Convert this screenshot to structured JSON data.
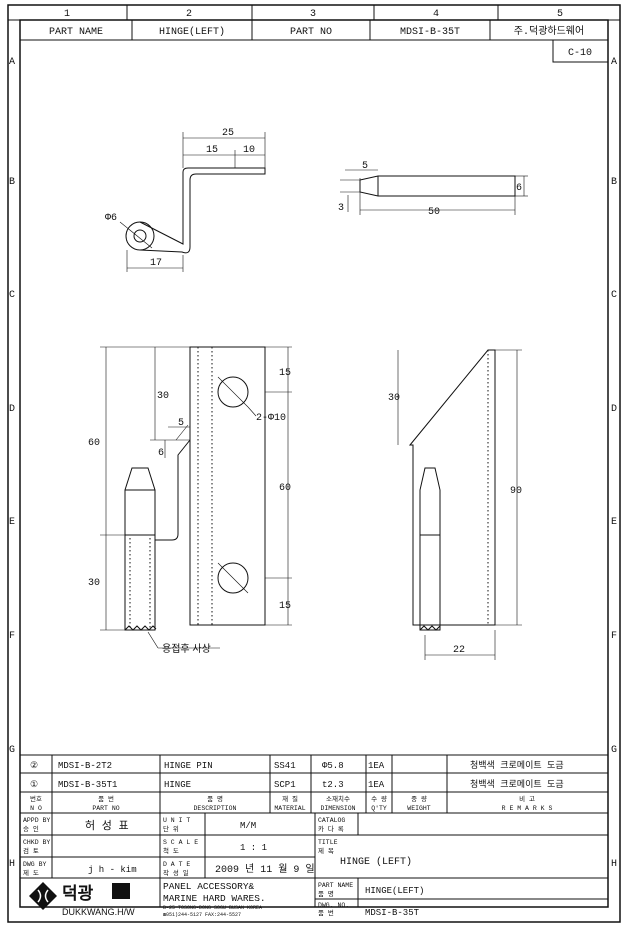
{
  "grid": {
    "columns": [
      "1",
      "2",
      "3",
      "4",
      "5"
    ],
    "rows": [
      "A",
      "B",
      "C",
      "D",
      "E",
      "F",
      "G",
      "H"
    ]
  },
  "header": {
    "part_name_label": "PART NAME",
    "part_name": "HINGE(LEFT)",
    "part_no_label": "PART NO",
    "part_no": "MDSI-B-35T",
    "company": "주.덕광하드웨어",
    "sheet_code": "C-10"
  },
  "drawing": {
    "top_left": {
      "d25": "25",
      "d15": "15",
      "d10": "10",
      "phi6": "Φ6",
      "d17": "17"
    },
    "top_right": {
      "d5": "5",
      "d3": "3",
      "d6": "6",
      "d50": "50"
    },
    "front": {
      "d60": "60",
      "d30a": "30",
      "d5": "5",
      "d6": "6",
      "d30b": "30",
      "hole": "2-Φ10",
      "d15a": "15",
      "d60b": "60",
      "d15b": "15",
      "weld_note": "용접후 사상"
    },
    "side": {
      "d30": "30",
      "d90": "90",
      "d22": "22"
    }
  },
  "bom": {
    "rows": [
      {
        "no": "②",
        "part_no": "MDSI-B-2T2",
        "description": "HINGE PIN",
        "material": "SS41",
        "dimension": "Φ5.8",
        "qty": "1EA",
        "weight": "",
        "remarks": "청백색 크로메이트 도금"
      },
      {
        "no": "①",
        "part_no": "MDSI-B-35T1",
        "description": "HINGE",
        "material": "SCP1",
        "dimension": "t2.3",
        "qty": "1EA",
        "weight": "",
        "remarks": "청백색 크로메이트 도금"
      }
    ],
    "headers": {
      "no_ko": "번호",
      "no": "N O",
      "part_ko": "품   번",
      "part": "PART   NO",
      "desc_ko": "품     명",
      "desc": "DESCRIPTION",
      "mat_ko": "재   질",
      "mat": "MATERIAL",
      "dim_ko": "소재치수",
      "dim": "DIMENSION",
      "qty_ko": "수 량",
      "qty": "Q'TY",
      "wt_ko": "중   량",
      "wt": "WEIGHT",
      "rem_ko": "비        고",
      "rem": "R E M A R K S"
    }
  },
  "title_block": {
    "appd_label": "APPD BY",
    "appd_ko": "승   인",
    "appd": "허 성 표",
    "unit_label": "U N I T",
    "unit_ko": "단   위",
    "unit": "M/M",
    "catalog_label": "CATALOG",
    "catalog_ko": "카 다 록",
    "chkd_label": "CHKD BY",
    "chkd_ko": "검   토",
    "chkd": "",
    "scale_label": "S C A L E",
    "scale_ko": "척   도",
    "scale": "1 : 1",
    "title_label": "TITLE",
    "title_ko": "제 목",
    "title": "HINGE (LEFT)",
    "dwg_label": "DWG BY",
    "dwg_ko": "제   도",
    "dwg": "j h - kim",
    "date_label": "D A T E",
    "date_ko": "작 성 일",
    "date": "2009 년 11 월 9 일",
    "logo_text": "덕광",
    "logo_en": "DUKKWANG.H/W",
    "company_line1": "PANEL ACCESSORY&",
    "company_line2": "MARINE HARD WARES.",
    "address": "B-25 TOSONG-DONG SOGU BUSAN KOREA",
    "phone": "☎051)244-5127 FAX:244-5527",
    "pn_label": "PART  NAME",
    "pn_ko": "품      명",
    "pn": "HINGE(LEFT)",
    "dn_label": "DWG.   NO.",
    "dn_ko": "품      번",
    "dn": "MDSI-B-35T"
  }
}
